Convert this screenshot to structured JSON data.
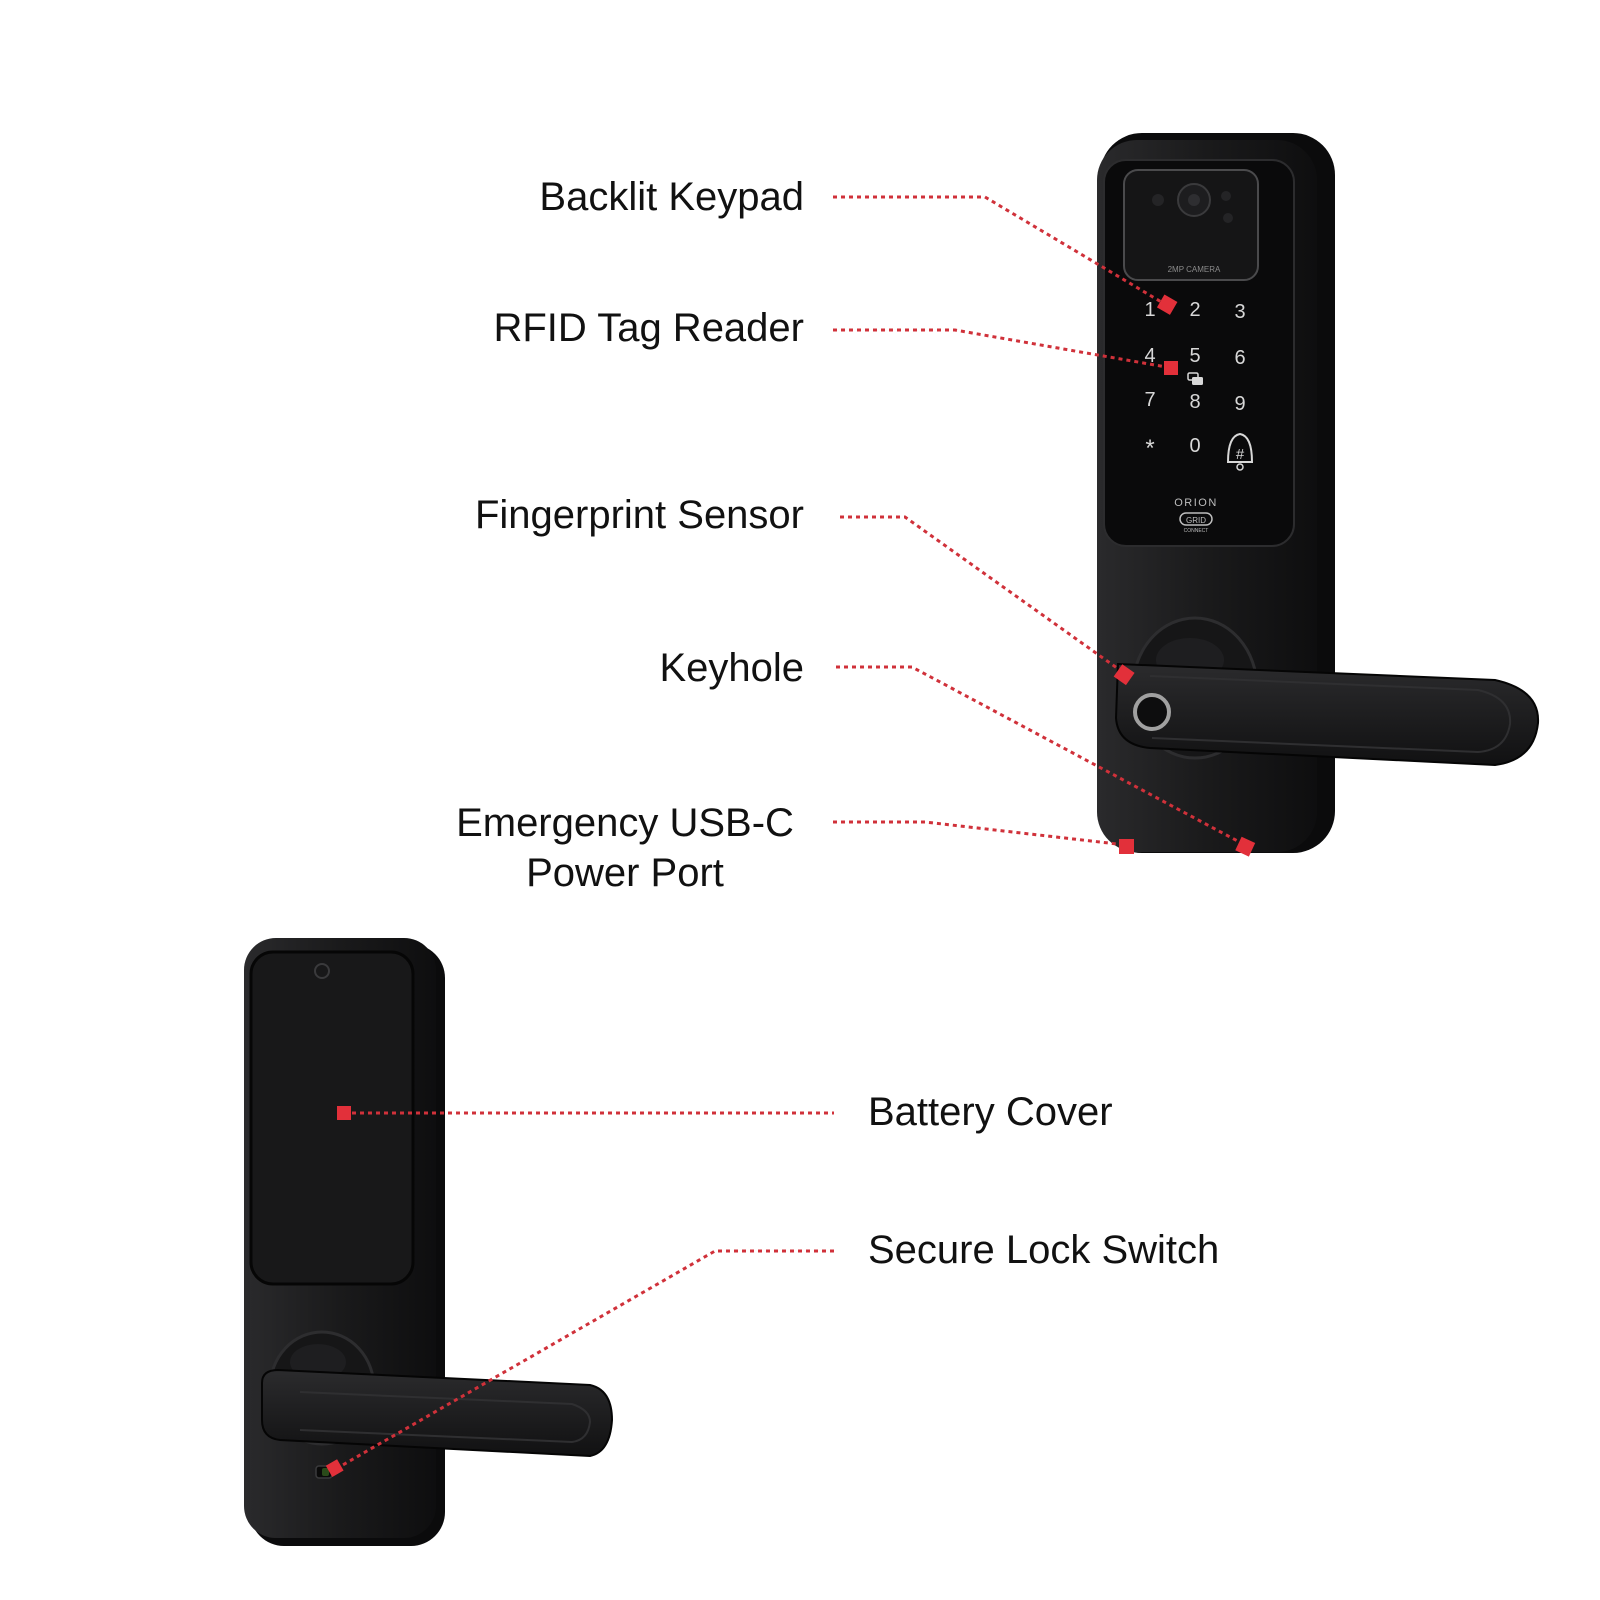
{
  "callouts": {
    "backlit_keypad": "Backlit Keypad",
    "rfid_reader": "RFID Tag Reader",
    "fingerprint_sensor": "Fingerprint Sensor",
    "keyhole": "Keyhole",
    "usb_line1": "Emergency USB-C",
    "usb_line2": "Power Port",
    "battery_cover": "Battery Cover",
    "secure_switch": "Secure Lock Switch"
  },
  "device": {
    "camera_label": "2MP  CAMERA",
    "keys": [
      "1",
      "2",
      "3",
      "4",
      "5",
      "6",
      "7",
      "8",
      "9",
      "*",
      "0",
      "#"
    ],
    "brand": "ORION",
    "logo_text": "GRID",
    "logo_subtext": "CONNECT"
  },
  "colors": {
    "leader": "#d0313a",
    "marker": "#e2303a",
    "body": "#1c1c1e",
    "panel": "#0f0f10"
  }
}
